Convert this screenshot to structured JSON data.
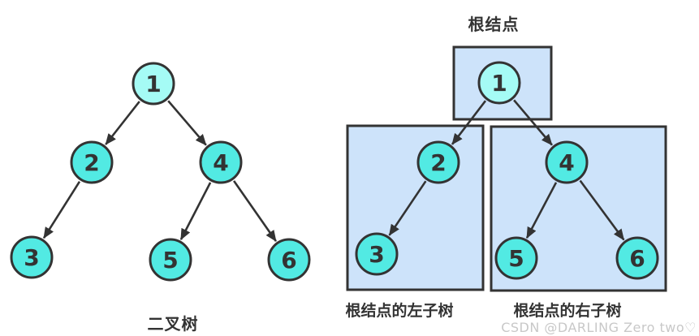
{
  "colors": {
    "root_node_fill": "#a5fbf5",
    "node_fill": "#52eae3",
    "outline": "#333333",
    "box_fill": "#cde3fa",
    "text": "#333333",
    "watermark": "#c8c8c8"
  },
  "left_diagram": {
    "caption": "二叉树",
    "nodes": [
      {
        "value": "1"
      },
      {
        "value": "2"
      },
      {
        "value": "4"
      },
      {
        "value": "3"
      },
      {
        "value": "5"
      },
      {
        "value": "6"
      }
    ],
    "edges": [
      {
        "from": "1",
        "to": "2"
      },
      {
        "from": "1",
        "to": "4"
      },
      {
        "from": "2",
        "to": "3"
      },
      {
        "from": "4",
        "to": "5"
      },
      {
        "from": "4",
        "to": "6"
      }
    ]
  },
  "right_diagram": {
    "labels": {
      "root": "根结点",
      "left_subtree": "根结点的左子树",
      "right_subtree": "根结点的右子树"
    },
    "nodes": [
      {
        "value": "1"
      },
      {
        "value": "2"
      },
      {
        "value": "4"
      },
      {
        "value": "3"
      },
      {
        "value": "5"
      },
      {
        "value": "6"
      }
    ],
    "edges": [
      {
        "from": "1",
        "to": "2"
      },
      {
        "from": "1",
        "to": "4"
      },
      {
        "from": "2",
        "to": "3"
      },
      {
        "from": "4",
        "to": "5"
      },
      {
        "from": "4",
        "to": "6"
      }
    ]
  },
  "watermark": {
    "text": "CSDN @DARLING Zero two♡"
  }
}
